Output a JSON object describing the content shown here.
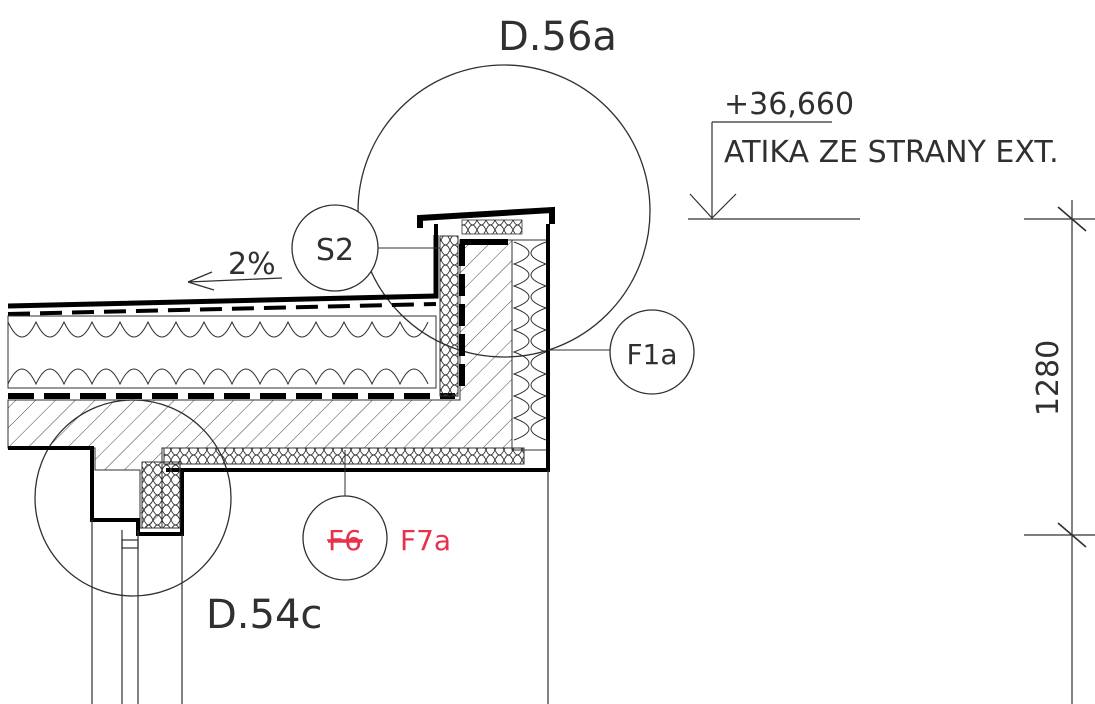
{
  "labels": {
    "detail_top": "D.56a",
    "detail_bottom": "D.54c",
    "callout_s2": "S2",
    "callout_f1a": "F1a",
    "callout_f6": "F6",
    "callout_f7a": "F7a",
    "slope": "2%",
    "elevation": "+36,660",
    "elevation_note": "ATIKA ZE STRANY EXT.",
    "dimension": "1280"
  },
  "colors": {
    "ink": "#303030",
    "heavy": "#000000",
    "annotation_red": "#e8304a"
  }
}
